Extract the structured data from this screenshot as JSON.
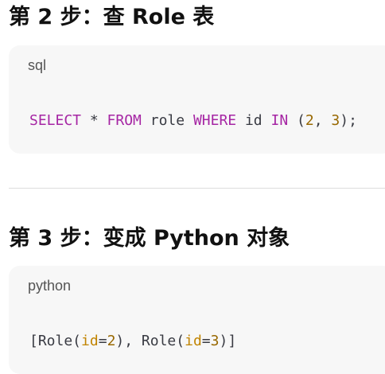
{
  "step2": {
    "heading": "第 2 步：查 Role 表",
    "lang": "sql",
    "code_tokens": [
      {
        "text": "SELECT",
        "kind": "kw"
      },
      {
        "text": " * ",
        "kind": "plain"
      },
      {
        "text": "FROM",
        "kind": "kw"
      },
      {
        "text": " role ",
        "kind": "plain"
      },
      {
        "text": "WHERE",
        "kind": "kw"
      },
      {
        "text": " id ",
        "kind": "plain"
      },
      {
        "text": "IN",
        "kind": "kw"
      },
      {
        "text": " (",
        "kind": "plain"
      },
      {
        "text": "2",
        "kind": "num"
      },
      {
        "text": ", ",
        "kind": "plain"
      },
      {
        "text": "3",
        "kind": "num"
      },
      {
        "text": ");",
        "kind": "plain"
      }
    ]
  },
  "step3": {
    "heading": "第 3 步：变成 Python 对象",
    "lang": "python",
    "code_tokens": [
      {
        "text": "[Role(",
        "kind": "plain"
      },
      {
        "text": "id",
        "kind": "attr"
      },
      {
        "text": "=",
        "kind": "plain"
      },
      {
        "text": "2",
        "kind": "num"
      },
      {
        "text": "), Role(",
        "kind": "plain"
      },
      {
        "text": "id",
        "kind": "attr"
      },
      {
        "text": "=",
        "kind": "plain"
      },
      {
        "text": "3",
        "kind": "num"
      },
      {
        "text": ")]",
        "kind": "plain"
      }
    ]
  },
  "colors": {
    "keyword": "#a626a4",
    "number": "#986801",
    "attribute": "#c18401",
    "plain": "#383a42",
    "code_background": "#f7f7f7",
    "divider": "#dcdcdc"
  }
}
